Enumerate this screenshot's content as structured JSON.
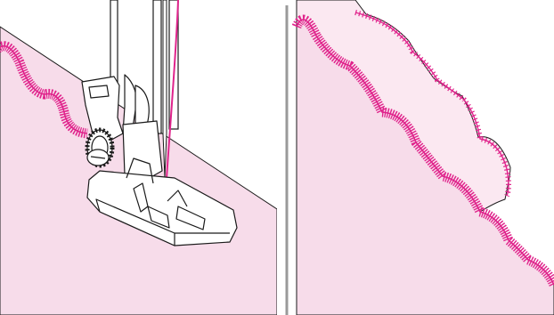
{
  "figure": {
    "panels": [
      {
        "id": "presser-foot-sewing",
        "subject": "presser-foot-on-fabric-with-scallop-stitch"
      },
      {
        "id": "trimmed-scallop-edge",
        "subject": "fabric-edge-trimmed-along-scallop-stitch"
      }
    ]
  },
  "colors": {
    "fabric": "#f7dcea",
    "fabric_light": "#fbe8f1",
    "stitch": "#e0248c",
    "thread": "#e0248c",
    "outline": "#1a1a1a",
    "divider": "#9a9a9a",
    "background": "#ffffff"
  }
}
